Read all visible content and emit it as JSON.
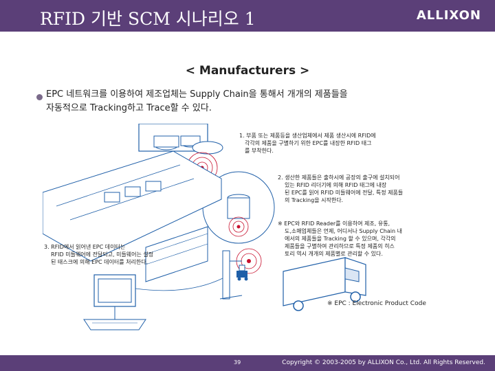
{
  "header": {
    "title": "RFID 기반 SCM 시나리오 1",
    "logo": "ALLIXON"
  },
  "subtitle": "< Manufacturers >",
  "bullet": {
    "line1": "EPC 네트워크를 이용하여 제조업체는 Supply Chain을 통해서 개개의 제품들을",
    "line2": "자동적으로 Tracking하고 Trace할 수 있다."
  },
  "notes": {
    "step1": [
      "1. 부품 또는 제품등을 생산업체에서 제품 생산시에 RFID에",
      "각각의 제품을 구별하기 위한 EPC를 내장한 RFID 태그",
      "를 부착한다."
    ],
    "step2": [
      "2. 생산한 제품들은 출하시에 공장의 출구에 설치되어",
      "있는 RFID 리더기에 의해 RFID 태그에 내장",
      "된 EPC를 읽어 RFID 미들웨어에 전달, 특정 제품들",
      "의 Tracking을 시작한다."
    ],
    "remark": [
      "※ EPC와 RFID Reader를 이용하여 제조, 유통,",
      "도,소매업체들은 언제, 어디서나 Supply Chain 내",
      "에서의 제품들을 Tracking 할 수 있으며, 각각의",
      "제품들을 구별하여 관리하므로 특정 제품의 히스",
      "토리 역시 개개의 제품별로 관리할 수 있다."
    ],
    "step3": [
      "3. RFID에서 읽어낸 EPC 데이터는",
      "RFID 미들웨어에 전달되고, 미들웨어는 설정",
      "된 태스크에 의해 EPC 데이터를 처리한다."
    ],
    "epc": "※ EPC : Electronic Product Code"
  },
  "footer": {
    "page": "39",
    "copyright": "Copyright © 2003-2005 by ALLIXON Co., Ltd. All Rights Reserved."
  },
  "colors": {
    "header_bg": "#5b3f78",
    "accent_red": "#c8102e",
    "line_blue": "#1f5fa8"
  }
}
